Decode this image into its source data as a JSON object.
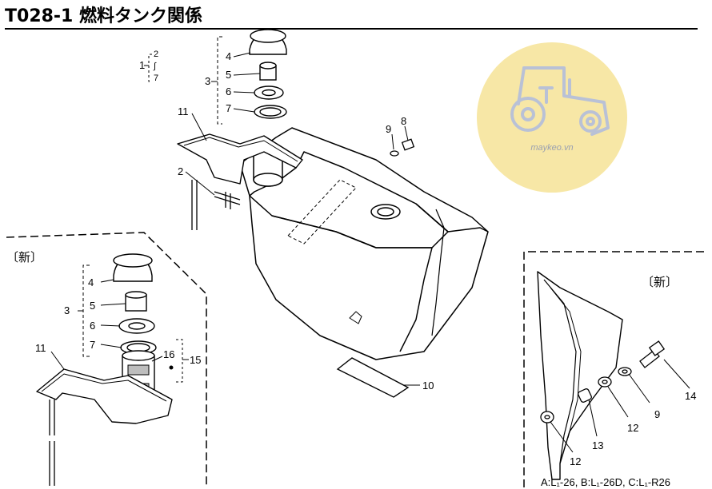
{
  "header": {
    "title": "T028-1 燃料タンク関係"
  },
  "watermark": {
    "text": "maykeo.vn",
    "circle_color": "#f7e7a6",
    "icon_color": "#b9c1d6",
    "icon": "tractor-icon"
  },
  "labels": {
    "top_group": {
      "n1": "1",
      "n2": "2",
      "n7": "7",
      "n3": "3",
      "n4": "4",
      "n5": "5",
      "n6": "6",
      "n7b": "7",
      "n8": "8",
      "n9": "9",
      "n11": "11",
      "n2b": "2",
      "n10": "10"
    },
    "left_inset": {
      "new_tag": "〔新〕",
      "n4": "4",
      "n5": "5",
      "n6": "6",
      "n7": "7",
      "n3": "3",
      "n11": "11",
      "n16": "16",
      "n15": "15"
    },
    "right_inset": {
      "new_tag": "〔新〕",
      "n14": "14",
      "n9": "9",
      "n12a": "12",
      "n13": "13",
      "n12b": "12"
    }
  },
  "footnote": "A:L₁-26, B:L₁-26D, C:L₁-R26"
}
